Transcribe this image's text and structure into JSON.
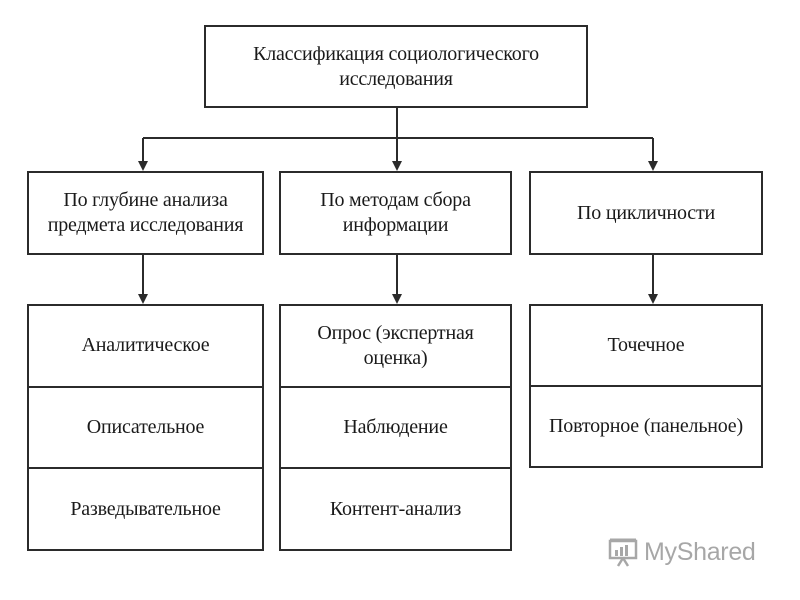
{
  "root": {
    "text": "Классификация социологического\nисследования"
  },
  "categories": [
    {
      "title": "По глубине анализа\nпредмета исследования",
      "items": [
        "Аналитическое",
        "Описательное",
        "Разведывательное"
      ]
    },
    {
      "title": "По методам сбора\nинформации",
      "items": [
        "Опрос (экспертная\nоценка)",
        "Наблюдение",
        "Контент-анализ"
      ]
    },
    {
      "title": "По цикличности",
      "items": [
        "Точечное",
        "Повторное (панельное)"
      ]
    }
  ],
  "watermark": {
    "text": "MyShared",
    "icon": "presentation-board-icon"
  },
  "colors": {
    "line": "#2b2b2b",
    "watermark": "#8a8a8a"
  }
}
